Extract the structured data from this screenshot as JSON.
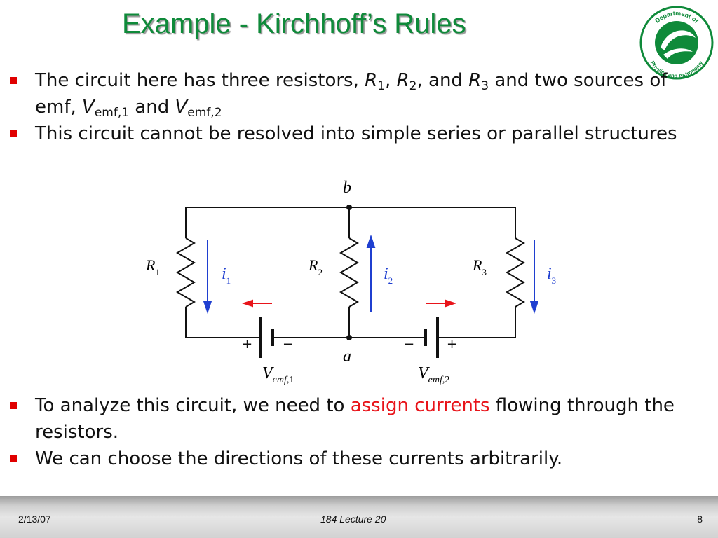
{
  "title": "Example - Kirchhoff’s Rules",
  "logo": {
    "text_top": "Department of",
    "text_bottom": "Physics and Astronomy",
    "color": "#0f8a3a"
  },
  "bullets_top": [
    {
      "parts": [
        {
          "t": "The circuit here has three resistors, "
        },
        {
          "t": "R",
          "i": true
        },
        {
          "t": "1",
          "sub": true
        },
        {
          "t": ", "
        },
        {
          "t": "R",
          "i": true
        },
        {
          "t": "2",
          "sub": true
        },
        {
          "t": ", and "
        },
        {
          "t": "R",
          "i": true
        },
        {
          "t": "3",
          "sub": true
        },
        {
          "t": " and two sources of emf, "
        },
        {
          "t": "V",
          "i": true
        },
        {
          "t": "emf,1",
          "sub": true
        },
        {
          "t": " and "
        },
        {
          "t": "V",
          "i": true
        },
        {
          "t": "emf,2",
          "sub": true
        }
      ]
    },
    {
      "parts": [
        {
          "t": "This circuit cannot be resolved into simple series or parallel structures"
        }
      ]
    }
  ],
  "bullets_bottom": [
    {
      "parts": [
        {
          "t": "To analyze this circuit, we need to "
        },
        {
          "t": "assign currents",
          "red": true
        },
        {
          "t": " flowing through the resistors."
        }
      ]
    },
    {
      "parts": [
        {
          "t": "We can choose the directions of these currents arbitrarily."
        }
      ]
    }
  ],
  "circuit": {
    "node_top": "b",
    "node_bottom": "a",
    "resistors": [
      {
        "letter": "R",
        "index": "1"
      },
      {
        "letter": "R",
        "index": "2"
      },
      {
        "letter": "R",
        "index": "3"
      }
    ],
    "currents": [
      {
        "letter": "i",
        "index": "1"
      },
      {
        "letter": "i",
        "index": "2"
      },
      {
        "letter": "i",
        "index": "3"
      }
    ],
    "sources": [
      {
        "letter": "V",
        "index": "emf",
        "number": ",1",
        "plus": "+",
        "minus": "−"
      },
      {
        "letter": "V",
        "index": "emf",
        "number": ",2",
        "plus": "+",
        "minus": "−"
      }
    ],
    "colors": {
      "wire": "#111111",
      "current": "#1f3fd0",
      "emf_arrow": "#e8141a"
    }
  },
  "footer": {
    "date": "2/13/07",
    "lecture": "184 Lecture 20",
    "page": "8"
  }
}
